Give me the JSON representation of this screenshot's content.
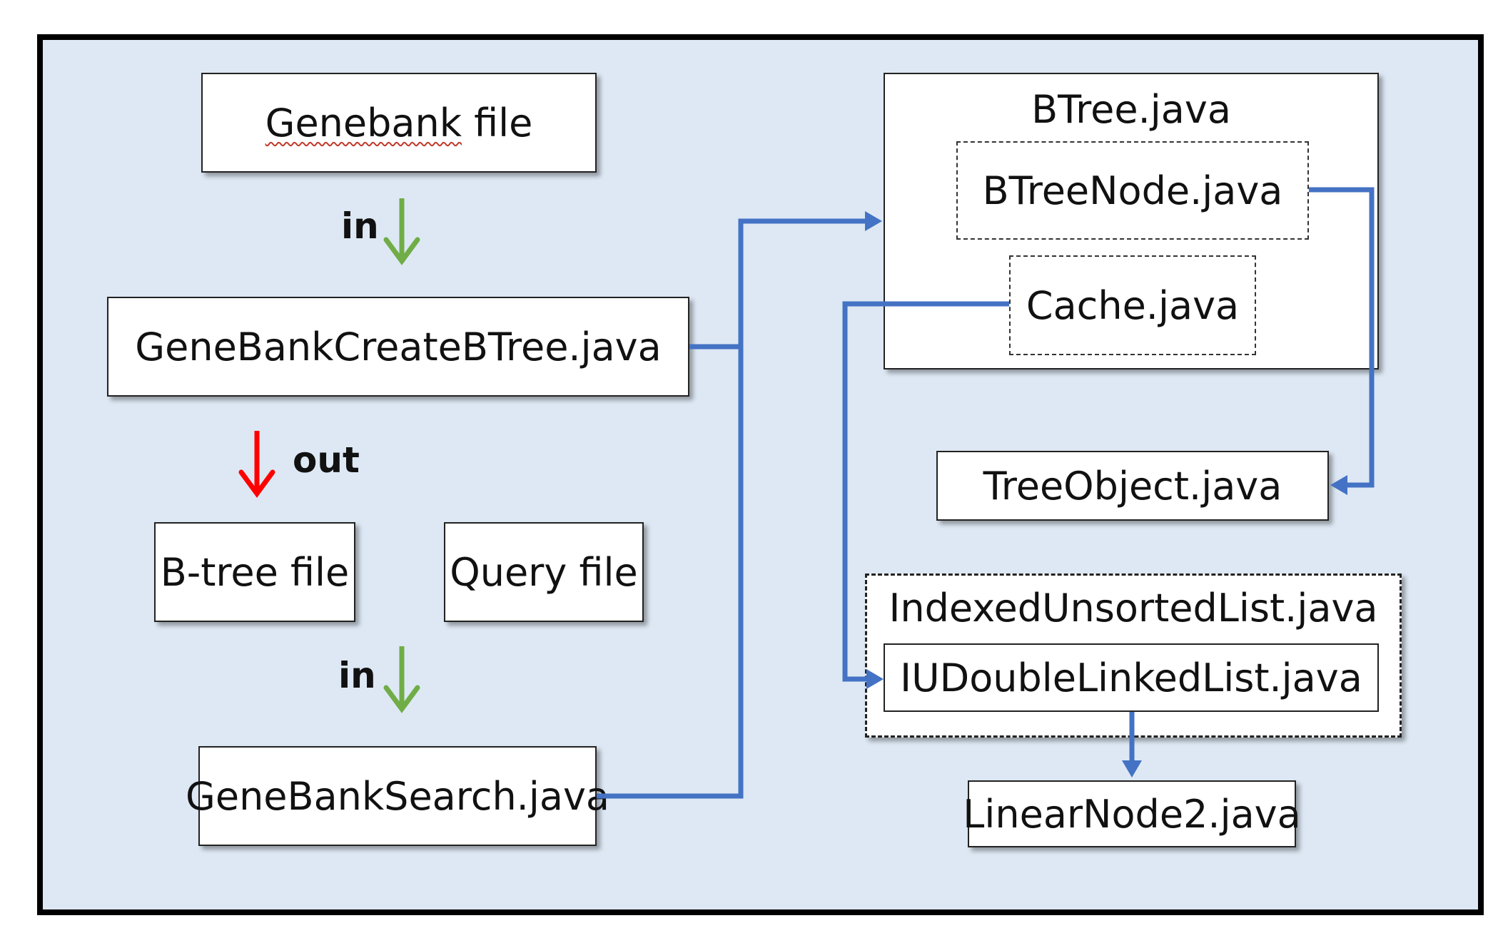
{
  "nodes": {
    "genebank_file": "Genebank file",
    "create_btree": "GeneBankCreateBTree.java",
    "btree_file": "B-tree file",
    "query_file": "Query file",
    "search": "GeneBankSearch.java",
    "btree": "BTree.java",
    "btree_node": "BTreeNode.java",
    "cache": "Cache.java",
    "tree_object": "TreeObject.java",
    "indexed_unsorted": "IndexedUnsortedList.java",
    "iu_double_linked": "IUDoubleLinkedList.java",
    "linear_node": "LinearNode2.java"
  },
  "labels": {
    "in_top": "in",
    "out": "out",
    "in_bottom": "in"
  },
  "colors": {
    "background": "#dde8f4",
    "connector": "#4472c4",
    "in_arrow": "#70ad47",
    "out_arrow": "#ff0000"
  }
}
